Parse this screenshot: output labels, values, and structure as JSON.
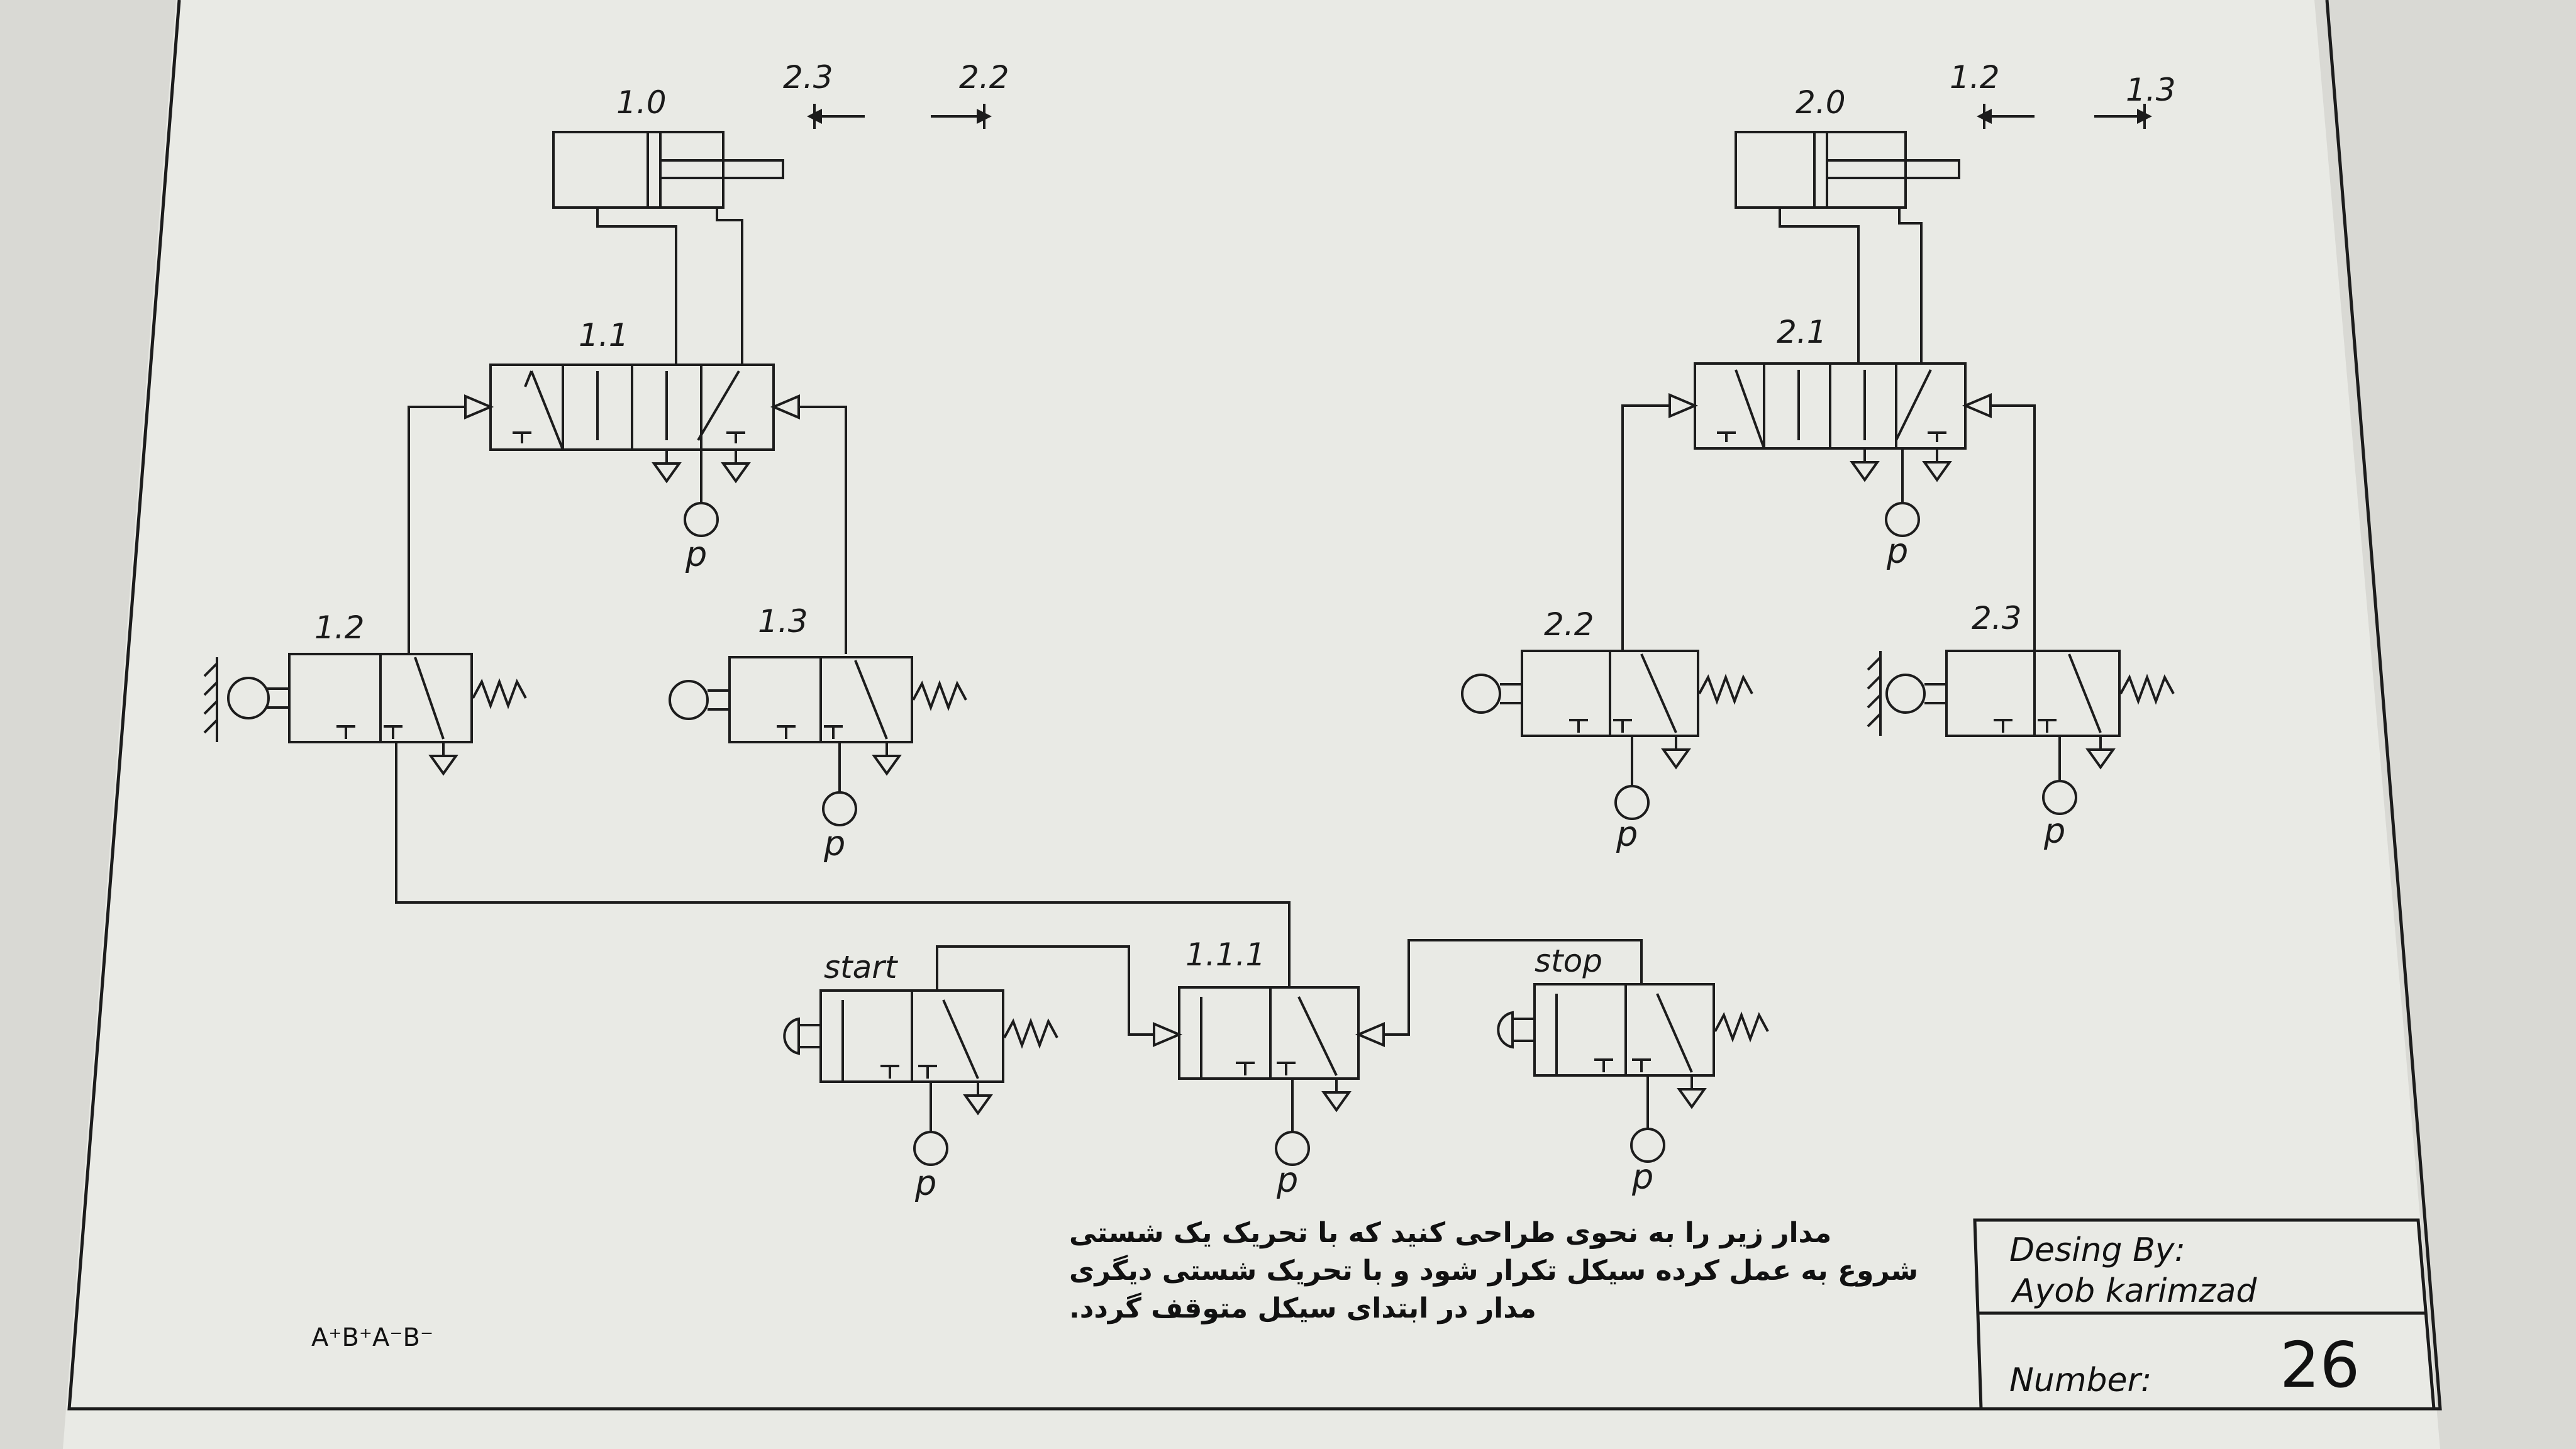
{
  "labels": {
    "cyl1": "1.0",
    "cyl2": "2.0",
    "v11": "1.1",
    "v21": "2.1",
    "v12": "1.2",
    "v13": "1.3",
    "v22": "2.2",
    "v23": "2.3",
    "v111": "1.1.1",
    "start": "start",
    "stop": "stop",
    "limit_cyl1_left": "2.3",
    "limit_cyl1_right": "2.2",
    "limit_cyl2_left": "1.2",
    "limit_cyl2_right": "1.3",
    "pressure": "p"
  },
  "note": {
    "line1": "مدار زیر را به نحوی طراحی کنید که با تحریک یک شستی",
    "line2": "شروع به عمل کرده سیکل تکرار شود و با تحریک شستی دیگری",
    "line3": "مدار در ابتدای سیکل متوقف گردد.",
    "sequence": "A⁺B⁺A⁻B⁻"
  },
  "title_block": {
    "design_label": "Desing By:",
    "designer": "Ayob karimzad",
    "number_label": "Number:",
    "number_value": "26"
  }
}
